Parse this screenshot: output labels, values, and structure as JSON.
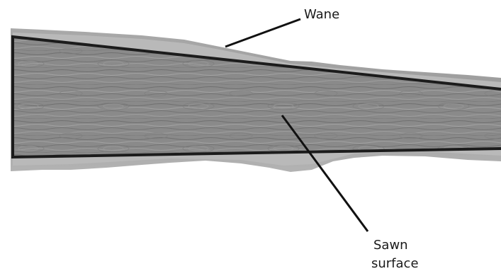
{
  "labels": {
    "wane": "Wane",
    "sawn_surface_line1": "Sawn",
    "sawn_surface_line2": "surface"
  },
  "colors": {
    "wane_fill": "#9c9c9c",
    "wane_light": "#b8b8b8",
    "wood_base": "#8a8a8a",
    "grain_dark": "#6e6e6e",
    "grain_light": "#a6a6a6",
    "outline": "#1c1c1c",
    "leader_line": "#111111",
    "text": "#1a1a1a"
  }
}
